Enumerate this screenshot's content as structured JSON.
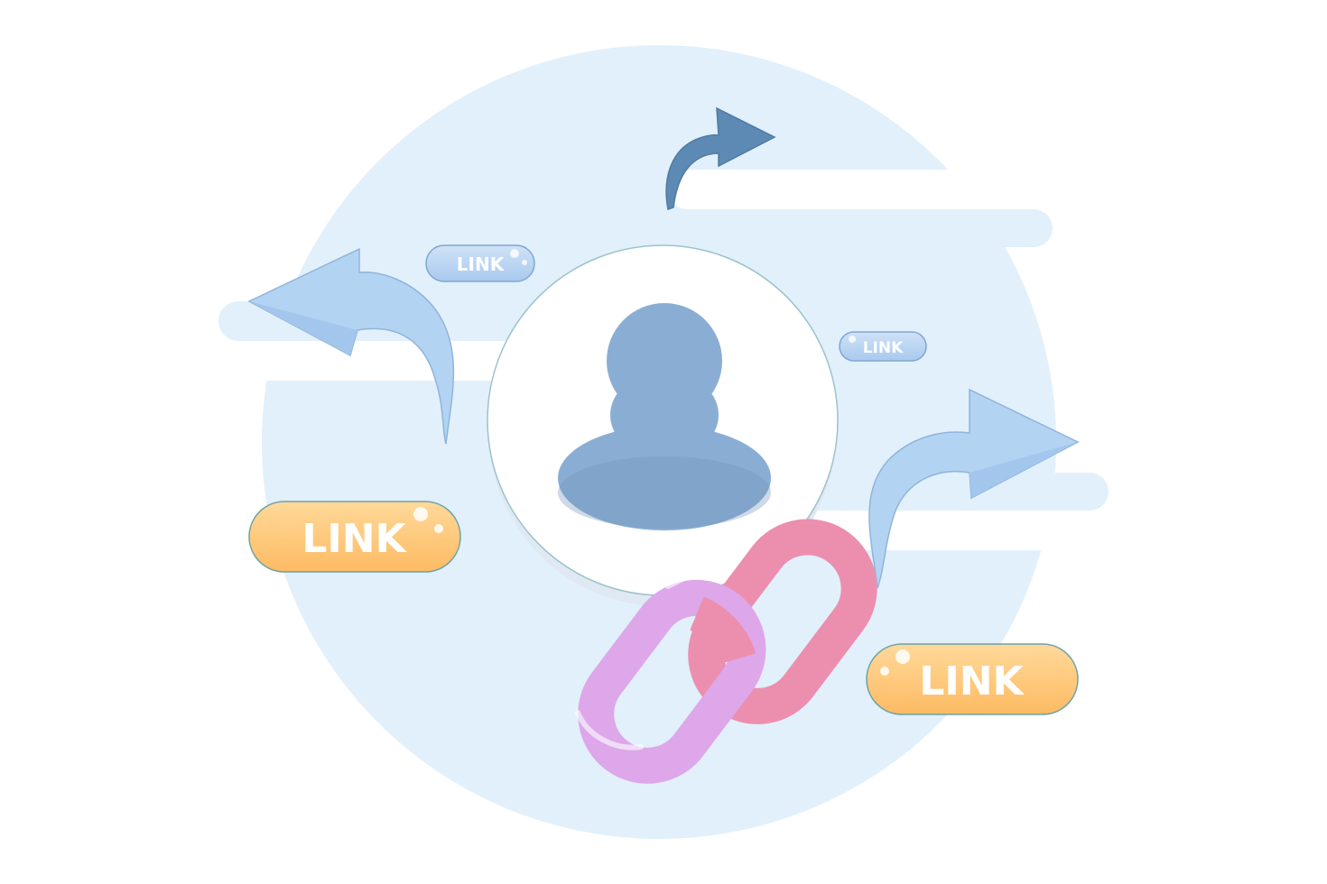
{
  "colors": {
    "background": "#ffffff",
    "backdrop_circle": "#e2f0fb",
    "avatar_fill": "#8aaed3",
    "arrow_light": "#b3d3f3",
    "arrow_dark": "#5d8ab5",
    "pill_blue": "#b9d5f2",
    "pill_blue_text": "#ffffff",
    "pill_orange": "#fec87a",
    "chain_pink": "#ec8faf",
    "chain_purple": "#dda7ea"
  },
  "pills": {
    "small_top": {
      "label": "LINK",
      "icon": "link-badge"
    },
    "small_right": {
      "label": "LINK",
      "icon": "link-badge"
    },
    "large_left": {
      "label": "LINK",
      "icon": "link-badge"
    },
    "large_right": {
      "label": "LINK",
      "icon": "link-badge"
    }
  },
  "icons": {
    "avatar": "user-silhouette-icon",
    "chain": "chain-link-icon",
    "arrows": [
      "curved-arrow-left-icon",
      "curved-arrow-up-right-icon",
      "curved-arrow-right-icon"
    ]
  }
}
